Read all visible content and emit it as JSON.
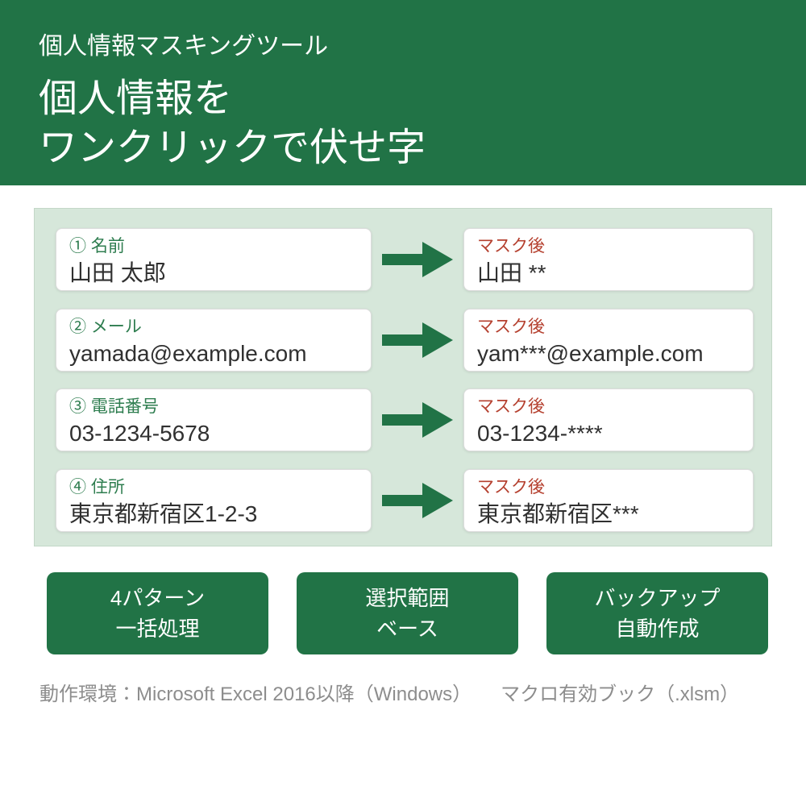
{
  "colors": {
    "brand_green": "#217346",
    "panel_green": "#d6e7da",
    "panel_border": "#c3d7c7",
    "label_green": "#2e7d4f",
    "mask_red": "#b5402f",
    "value_text": "#303030",
    "footer_gray": "#8d8d8d"
  },
  "header": {
    "app_name": "個人情報マスキングツール",
    "title_line1": "個人情報を",
    "title_line2": "ワンクリックで伏せ字"
  },
  "rows": [
    {
      "label": "① 名前",
      "value": "山田 太郎",
      "masked_label": "マスク後",
      "masked_value": "山田 **"
    },
    {
      "label": "② メール",
      "value": "yamada@example.com",
      "masked_label": "マスク後",
      "masked_value": "yam***@example.com"
    },
    {
      "label": "③ 電話番号",
      "value": "03-1234-5678",
      "masked_label": "マスク後",
      "masked_value": "03-1234-****"
    },
    {
      "label": "④ 住所",
      "value": "東京都新宿区1-2-3",
      "masked_label": "マスク後",
      "masked_value": "東京都新宿区***"
    }
  ],
  "icons": {
    "arrow": "arrow-right-icon"
  },
  "features": [
    {
      "line1": "4パターン",
      "line2": "一括処理"
    },
    {
      "line1": "選択範囲",
      "line2": "ベース"
    },
    {
      "line1": "バックアップ",
      "line2": "自動作成"
    }
  ],
  "footer": {
    "requirements": "動作環境：Microsoft Excel 2016以降（Windows）",
    "file_format": "マクロ有効ブック（.xlsm）"
  }
}
